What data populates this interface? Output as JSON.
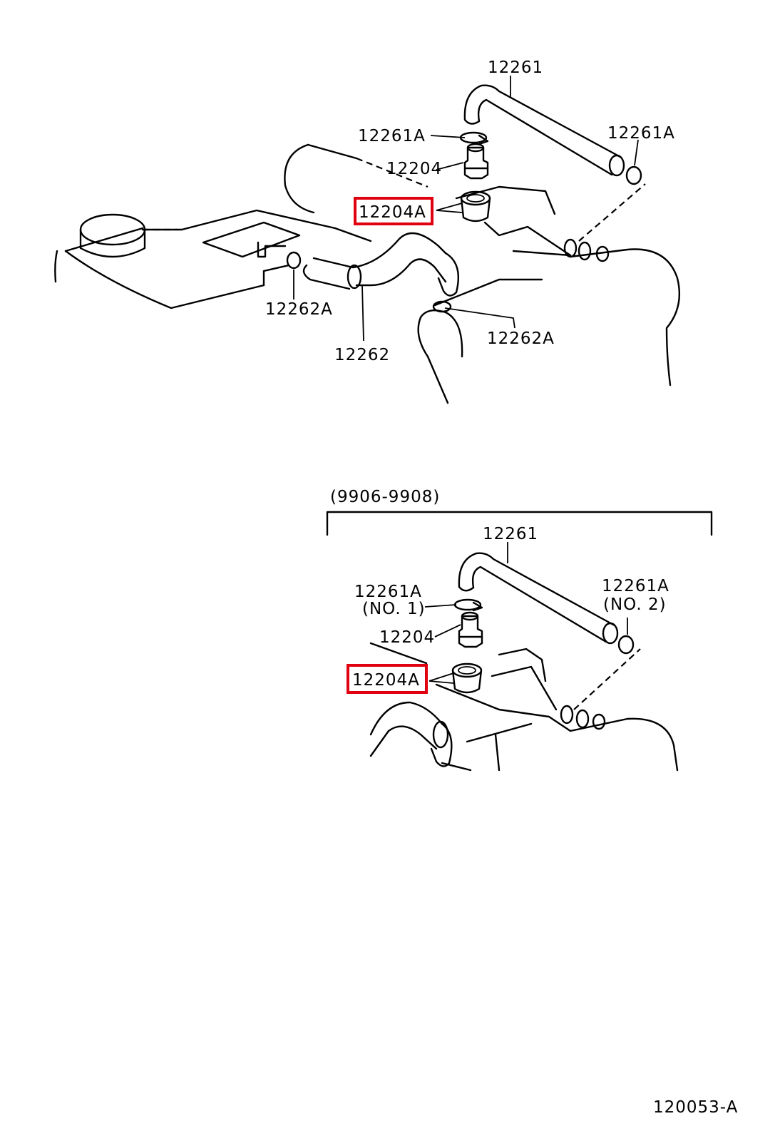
{
  "top_diagram": {
    "labels": {
      "hose_upper": "12261",
      "clamp_left": "12261A",
      "clamp_right": "12261A",
      "valve": "12204",
      "grommet": "12204A",
      "clamp_lower_left": "12262A",
      "hose_lower": "12262",
      "clamp_lower_right": "12262A"
    },
    "highlighted_part": "12204A"
  },
  "bottom_diagram": {
    "range_label": "(9906-9908)",
    "labels": {
      "hose_upper": "12261",
      "clamp_no1": "12261A",
      "clamp_no1_note": "(NO. 1)",
      "clamp_no2": "12261A",
      "clamp_no2_note": "(NO. 2)",
      "valve": "12204",
      "grommet": "12204A"
    },
    "highlighted_part": "12204A"
  },
  "footer": {
    "figure_id": "120053-A"
  },
  "colors": {
    "line": "#000000",
    "highlight": "#e1000f",
    "background": "#ffffff"
  }
}
